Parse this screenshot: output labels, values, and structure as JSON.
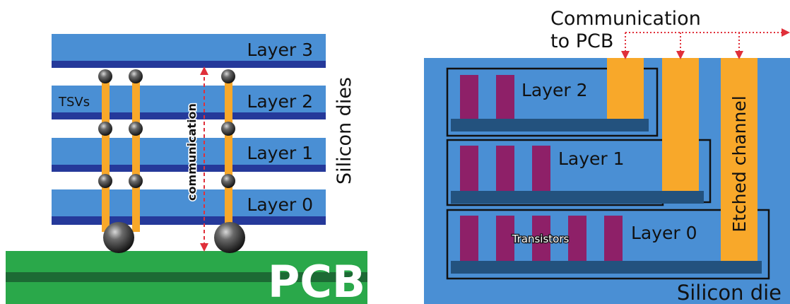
{
  "left_panel": {
    "layers": [
      "Layer 3",
      "Layer 2",
      "Layer 1",
      "Layer 0"
    ],
    "tsv_label": "TSVs",
    "communication_label": "communication",
    "side_label": "Silicon dies",
    "pcb_label": "PCB"
  },
  "right_panel": {
    "comm_label_line1": "Communication",
    "comm_label_line2": "to PCB",
    "layers": [
      "Layer 2",
      "Layer 1",
      "Layer 0"
    ],
    "transistors_label": "Transistors",
    "channel_label": "Etched channel",
    "die_label": "Silicon die"
  },
  "colors": {
    "layer_light": "#4a8fd4",
    "layer_dark": "#25399a",
    "tsv": "#f8a82a",
    "pcb_green": "#2aa84a",
    "pcb_dark": "#1c6a34",
    "die_blue": "#4a8fd4",
    "transistor": "#8e2068",
    "arrow_red": "#e0303a"
  }
}
